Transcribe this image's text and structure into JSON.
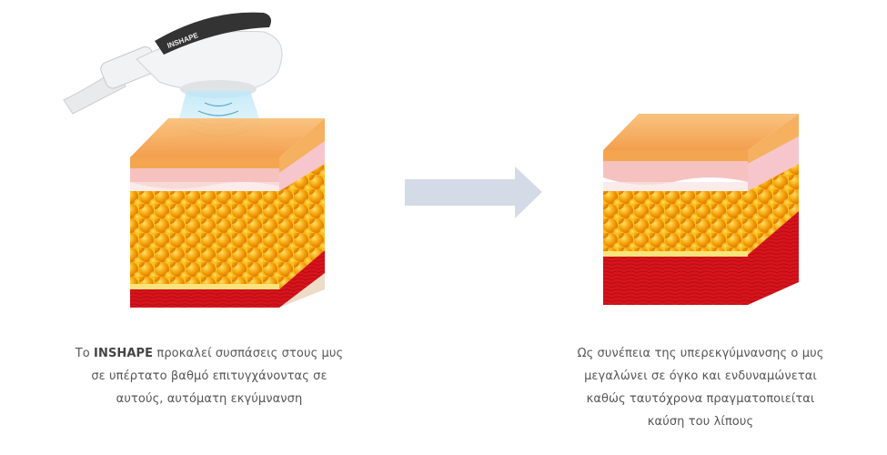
{
  "device": {
    "brand": "INSHAPE"
  },
  "captions": {
    "left": {
      "prefix": "Το ",
      "brand": "INSHAPE",
      "line1_rest": " προκαλεί συσπάσεις στους μυς",
      "line2": "σε υπέρτατο βαθμό επιτυγχάνοντας σε",
      "line3": "αυτούς, αυτόματη εκγύμνανση"
    },
    "right": {
      "line1": "Ως συνέπεια της υπερεκγύμνανσης ο μυς",
      "line2": "μεγαλώνει σε όγκο και ενδυναμώνεται",
      "line3": "καθώς ταυτόχρονα πραγματοποιείται",
      "line4": "καύση του λίπους"
    }
  },
  "colors": {
    "arrow": "#d5dbe6",
    "fat": "#f4a20c",
    "muscle": "#d8131c",
    "skin": "#f6b46a"
  }
}
